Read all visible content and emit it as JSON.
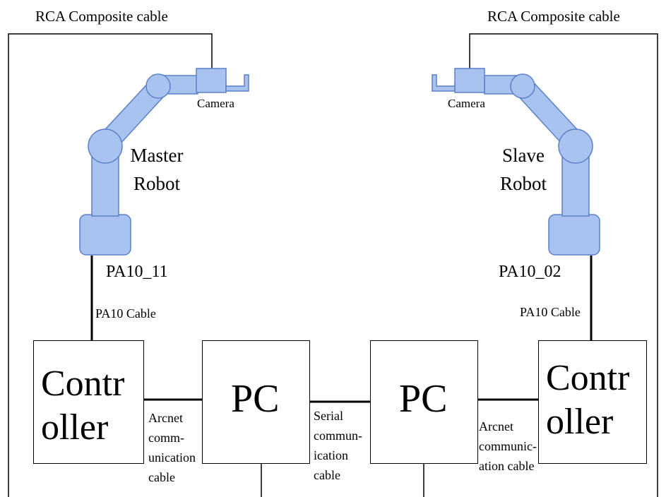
{
  "top_left_cable": "RCA Composite cable",
  "top_right_cable": "RCA Composite cable",
  "left_camera": "Camera",
  "right_camera": "Camera",
  "master_robot": "Master\nRobot",
  "slave_robot": "Slave\nRobot",
  "left_model": "PA10_11",
  "right_model": "PA10_02",
  "left_pa10_cable": "PA10 Cable",
  "right_pa10_cable": "PA10 Cable",
  "left_controller": "Contr\noller",
  "right_controller": "Contr\noller",
  "left_pc": "PC",
  "right_pc": "PC",
  "left_arcnet": "Arcnet\ncomm-\nunication\ncable",
  "serial": "Serial\ncommun-\nication\ncable",
  "right_arcnet": "Arcnet\ncommunic-\nation cable",
  "colors": {
    "robot_fill": "#a9c3f0",
    "robot_stroke": "#5b80c8",
    "line": "#000000"
  }
}
